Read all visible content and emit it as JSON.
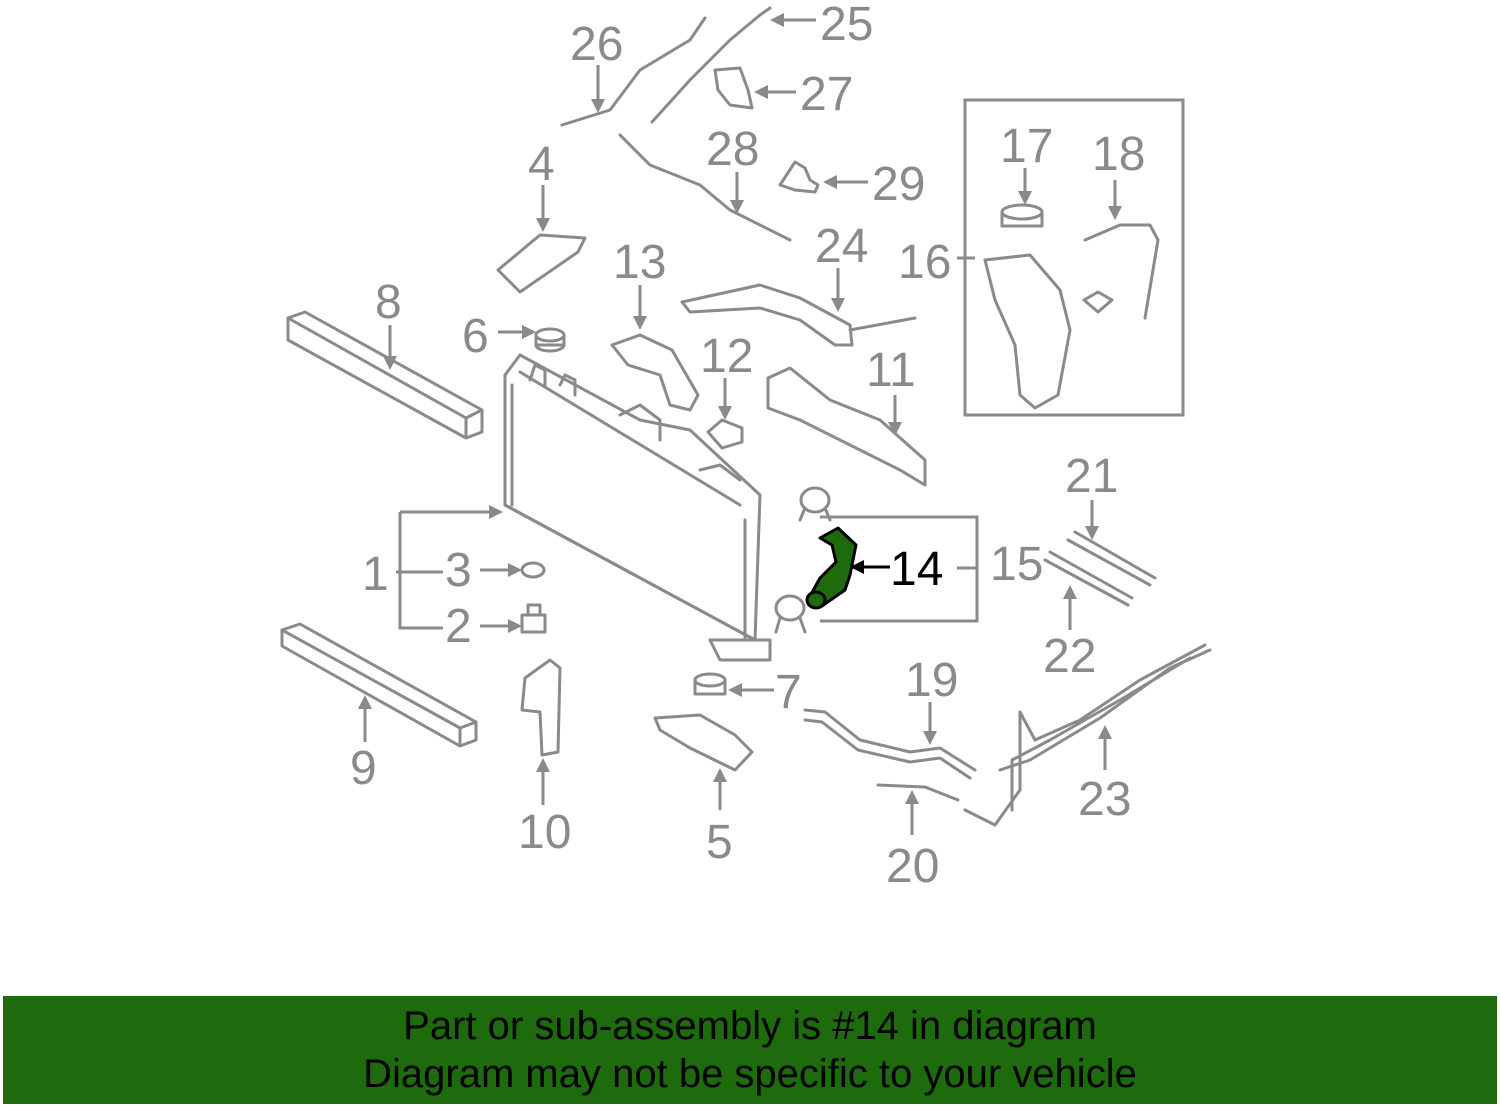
{
  "diagram": {
    "highlighted_part": "14",
    "highlight_color": "#1e6b0e",
    "line_color": "#8a8a8a",
    "callouts": [
      "1",
      "2",
      "3",
      "4",
      "5",
      "6",
      "7",
      "8",
      "9",
      "10",
      "11",
      "12",
      "13",
      "14",
      "15",
      "16",
      "17",
      "18",
      "19",
      "20",
      "21",
      "22",
      "23",
      "24",
      "25",
      "26",
      "27",
      "28",
      "29"
    ]
  },
  "banner": {
    "line1": "Part or sub-assembly is #14 in diagram",
    "line2": "Diagram may not be specific to your vehicle",
    "background": "#1e6b0e"
  }
}
